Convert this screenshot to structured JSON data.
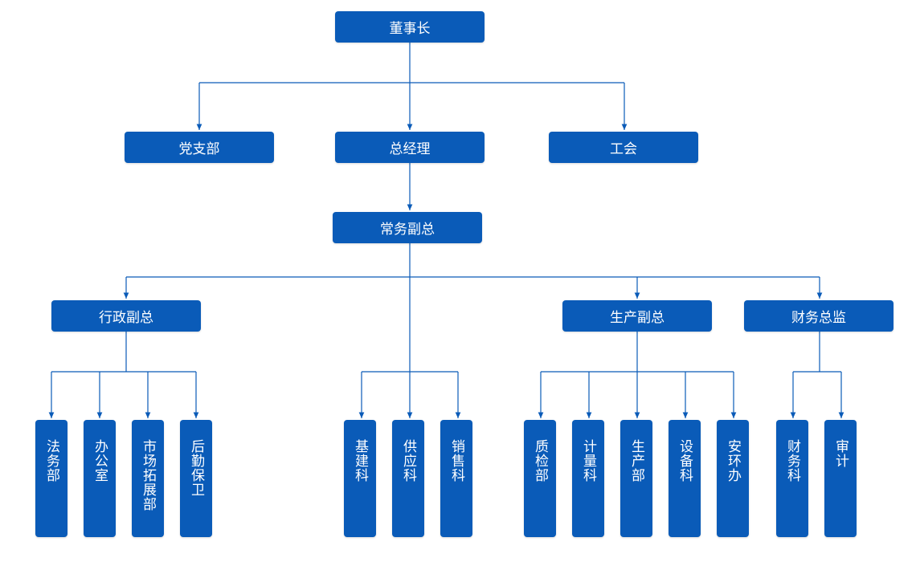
{
  "colors": {
    "box": "#0a5bb8",
    "line": "#0a5bb8",
    "text": "#ffffff"
  },
  "nodes": {
    "chairman": "董事长",
    "party_branch": "党支部",
    "general_manager": "总经理",
    "union": "工会",
    "executive_vp": "常务副总",
    "admin_vp": "行政副总",
    "production_vp": "生产副总",
    "finance_director": "财务总监",
    "legal_dept": "法务部",
    "office": "办公室",
    "market_dept": "市场拓展部",
    "logistics": "后勤保卫",
    "infrastructure": "基建科",
    "supply": "供应科",
    "sales": "销售科",
    "quality_dept": "质检部",
    "metrology": "计量科",
    "production_dept": "生产部",
    "equipment": "设备科",
    "safety_office": "安环办",
    "finance_section": "财务科",
    "audit": "审计"
  }
}
